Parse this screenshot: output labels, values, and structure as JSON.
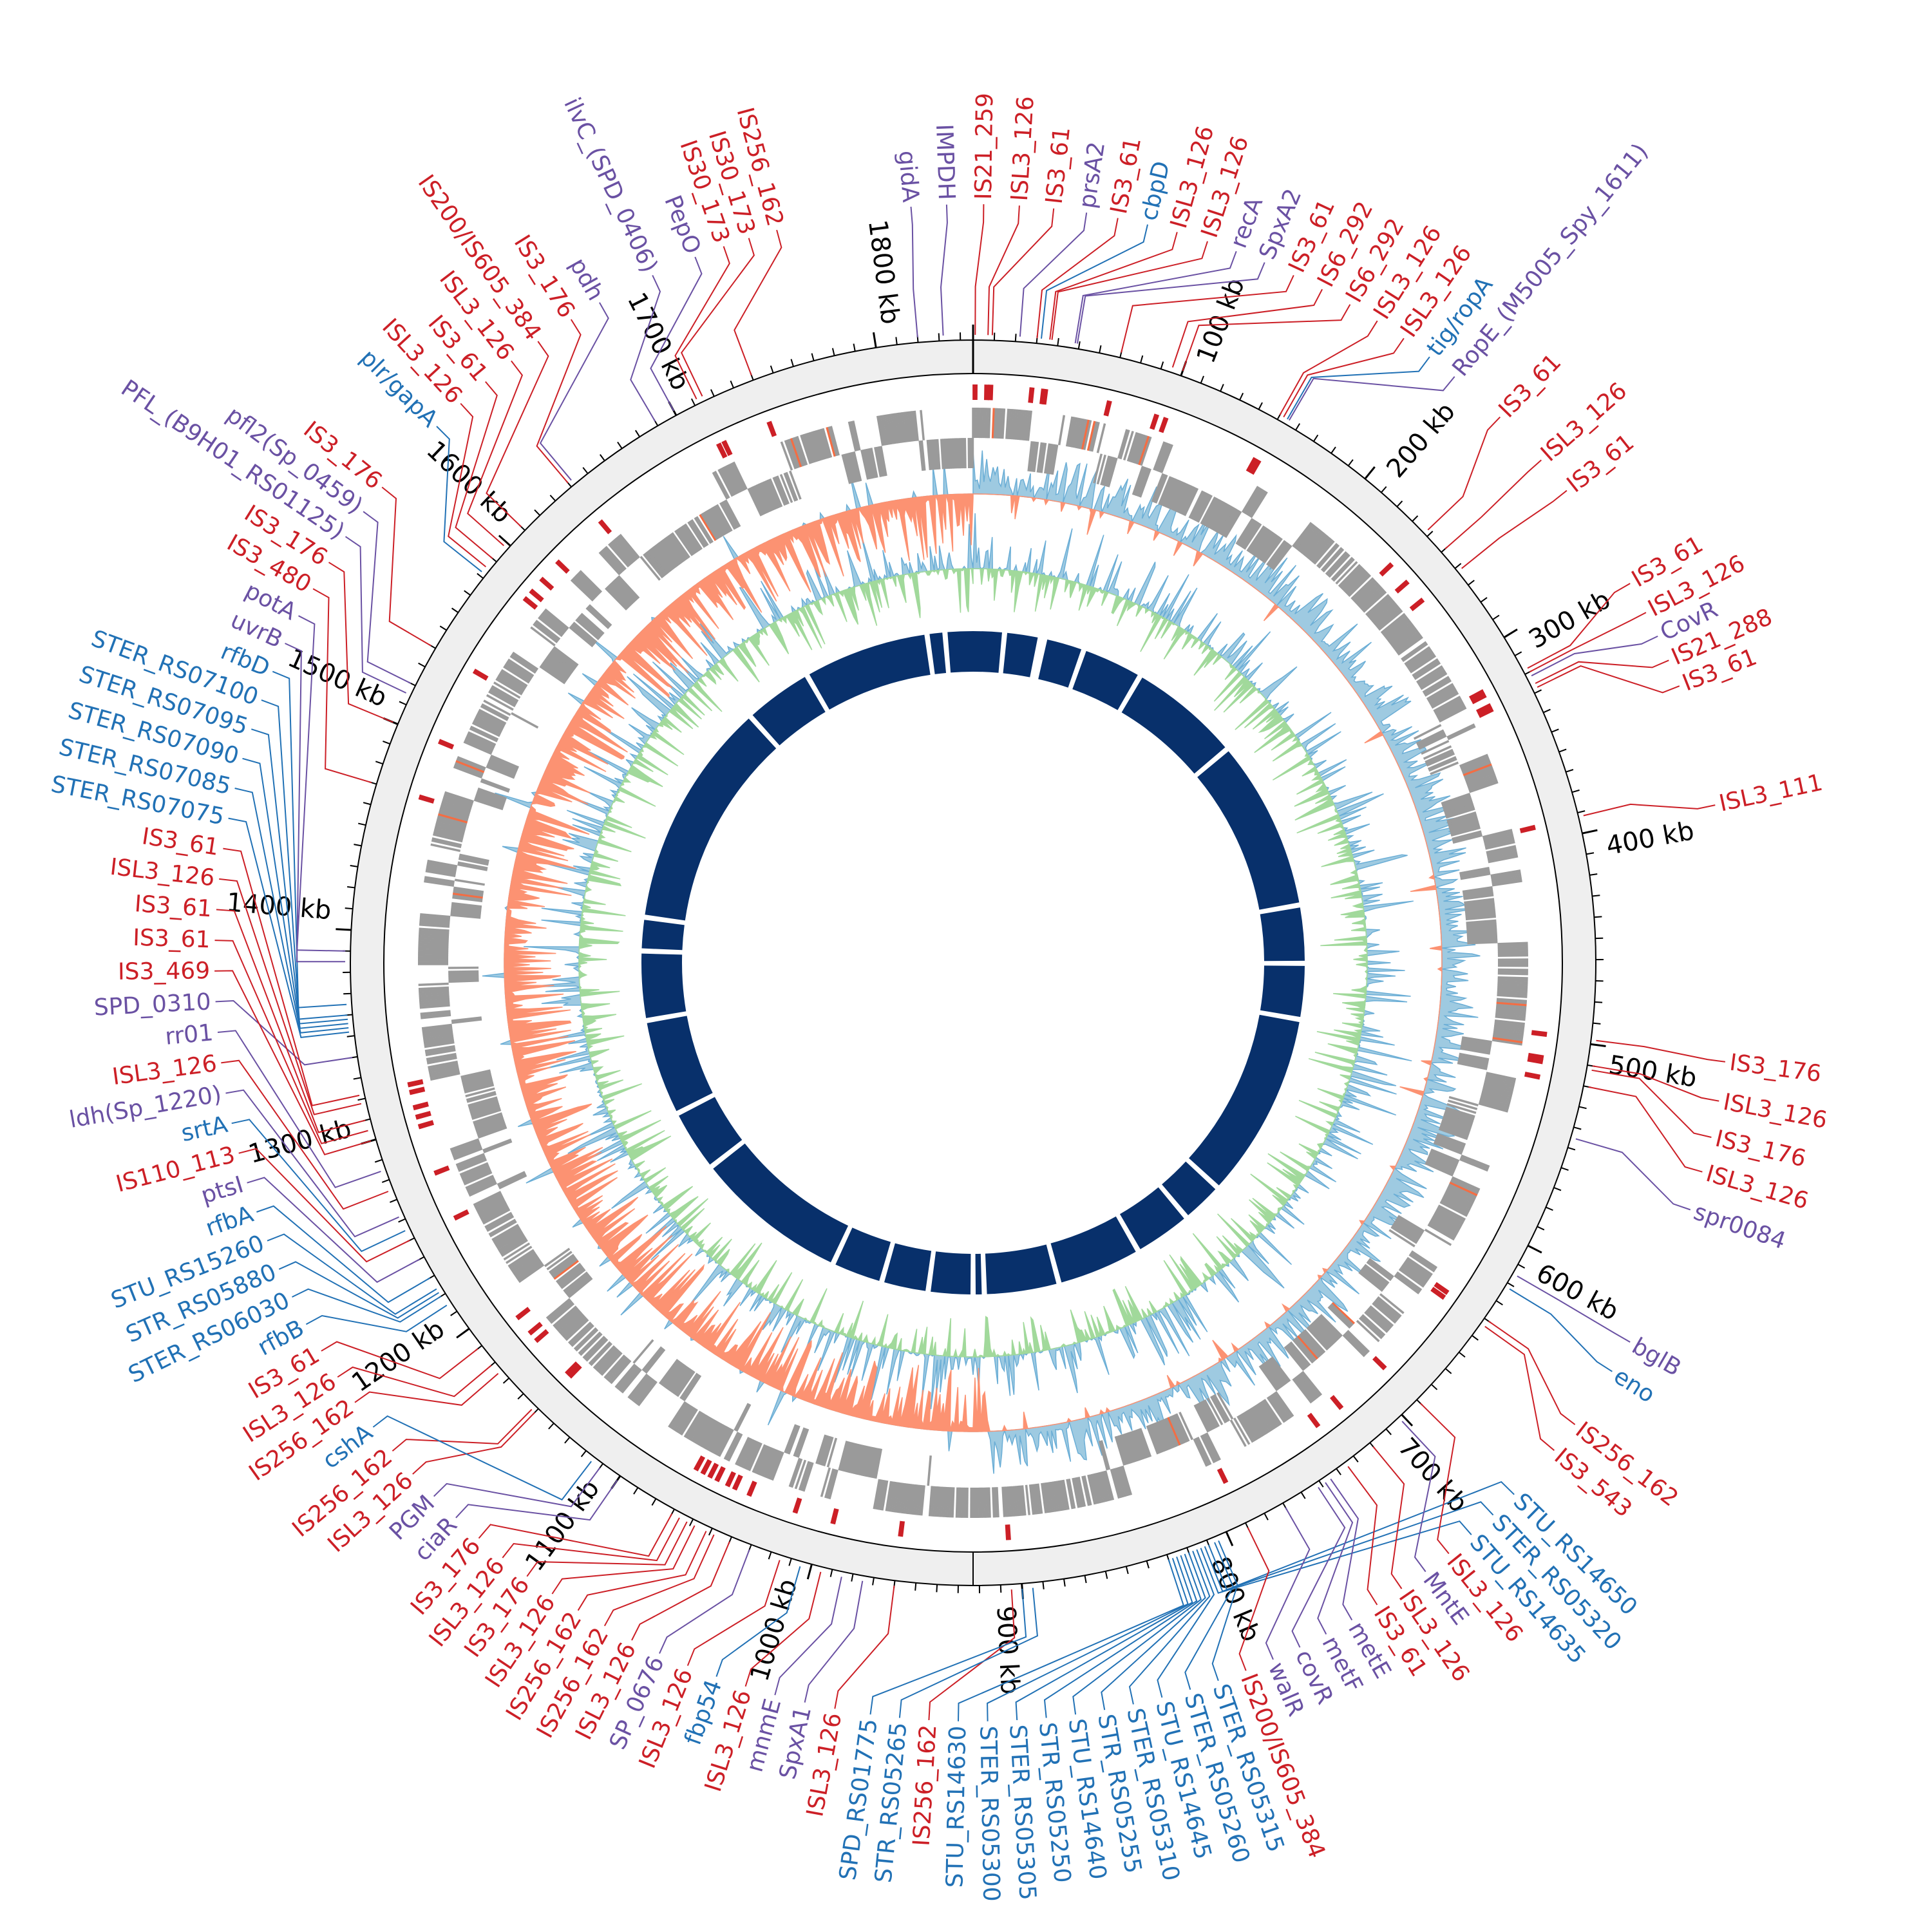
{
  "colors": {
    "is": "#cc1f26",
    "gene": "#6a51a3",
    "locus": "#2171b5",
    "ideogram": "#efefef",
    "gene_tile": "#9a9a9a",
    "gene_tile_alt": "#f46d43",
    "skew_pos": "#9ecae1",
    "skew_neg": "#fc9272",
    "gc_pos": "#9ecae1",
    "gc_neg": "#a1d99b",
    "contig": "#08306b"
  },
  "ticks": [
    {
      "kb": 100,
      "label": "100 kb"
    },
    {
      "kb": 200,
      "label": "200 kb"
    },
    {
      "kb": 300,
      "label": "300 kb"
    },
    {
      "kb": 400,
      "label": "400 kb"
    },
    {
      "kb": 500,
      "label": "500 kb"
    },
    {
      "kb": 600,
      "label": "600 kb"
    },
    {
      "kb": 700,
      "label": "700 kb"
    },
    {
      "kb": 800,
      "label": "800 kb"
    },
    {
      "kb": 900,
      "label": "900 kb"
    },
    {
      "kb": 1000,
      "label": "1000 kb"
    },
    {
      "kb": 1100,
      "label": "1100 kb"
    },
    {
      "kb": 1200,
      "label": "1200 kb"
    },
    {
      "kb": 1300,
      "label": "1300 kb"
    },
    {
      "kb": 1400,
      "label": "1400 kb"
    },
    {
      "kb": 1500,
      "label": "1500 kb"
    },
    {
      "kb": 1600,
      "label": "1600 kb"
    },
    {
      "kb": 1700,
      "label": "1700 kb"
    },
    {
      "kb": 1800,
      "label": "1800 kb"
    }
  ],
  "contig_breaks_kb": [
    1805,
    1821,
    28,
    60,
    64,
    100,
    155,
    256,
    410,
    462,
    512,
    680,
    718,
    770,
    846,
    913,
    923,
    963,
    1005,
    1051,
    1190,
    1246,
    1333,
    1395,
    1425,
    1630,
    1692
  ],
  "labels": [
    {
      "text": "gidA",
      "kb": 1820,
      "type": "gene"
    },
    {
      "text": "IMPDH",
      "kb": 1832,
      "type": "gene"
    },
    {
      "text": "IS21_259",
      "kb": 1,
      "type": "is"
    },
    {
      "text": "ISL3_126",
      "kb": 7,
      "type": "is"
    },
    {
      "text": "IS3_61",
      "kb": 9,
      "type": "is"
    },
    {
      "text": "prsA2",
      "kb": 22,
      "type": "gene"
    },
    {
      "text": "IS3_61",
      "kb": 30,
      "type": "is"
    },
    {
      "text": "cbpD",
      "kb": 32,
      "type": "locus"
    },
    {
      "text": "ISL3_126",
      "kb": 36,
      "type": "is"
    },
    {
      "text": "ISL3_126",
      "kb": 37,
      "type": "is"
    },
    {
      "text": "recA",
      "kb": 48,
      "type": "gene"
    },
    {
      "text": "SpxA2",
      "kb": 49,
      "type": "gene"
    },
    {
      "text": "IS3_61",
      "kb": 70,
      "type": "is"
    },
    {
      "text": "IS6_292",
      "kb": 95,
      "type": "is"
    },
    {
      "text": "IS6_292",
      "kb": 100,
      "type": "is"
    },
    {
      "text": "ISL3_126",
      "kb": 150,
      "type": "is"
    },
    {
      "text": "ISL3_126",
      "kb": 152,
      "type": "is"
    },
    {
      "text": "tig/ropA",
      "kb": 154,
      "type": "locus"
    },
    {
      "text": "RopE_(M5005_Spy_1611)",
      "kb": 155,
      "type": "gene"
    },
    {
      "text": "IS3_61",
      "kb": 238,
      "type": "is"
    },
    {
      "text": "ISL3_126",
      "kb": 250,
      "type": "is"
    },
    {
      "text": "IS3_61",
      "kb": 262,
      "type": "is"
    },
    {
      "text": "IS3_61",
      "kb": 318,
      "type": "is"
    },
    {
      "text": "ISL3_126",
      "kb": 320,
      "type": "is"
    },
    {
      "text": "CovR",
      "kb": 322,
      "type": "gene"
    },
    {
      "text": "IS21_288",
      "kb": 326,
      "type": "is"
    },
    {
      "text": "IS3_61",
      "kb": 328,
      "type": "is"
    },
    {
      "text": "ISL3_111",
      "kb": 392,
      "type": "is"
    },
    {
      "text": "IS3_176",
      "kb": 498,
      "type": "is"
    },
    {
      "text": "ISL3_126",
      "kb": 510,
      "type": "is"
    },
    {
      "text": "IS3_176",
      "kb": 512,
      "type": "is"
    },
    {
      "text": "ISL3_126",
      "kb": 520,
      "type": "is"
    },
    {
      "text": "spr0084",
      "kb": 545,
      "type": "gene"
    },
    {
      "text": "bglB",
      "kb": 615,
      "type": "gene"
    },
    {
      "text": "eno",
      "kb": 622,
      "type": "locus"
    },
    {
      "text": "IS256_162",
      "kb": 640,
      "type": "is"
    },
    {
      "text": "IS3_543",
      "kb": 643,
      "type": "is"
    },
    {
      "text": "STU_RS14650",
      "kb": 810,
      "type": "locus"
    },
    {
      "text": "STER_RS05320",
      "kb": 812,
      "type": "locus"
    },
    {
      "text": "STU_RS14635",
      "kb": 814,
      "type": "locus"
    },
    {
      "text": "ISL3_126",
      "kb": 690,
      "type": "is"
    },
    {
      "text": "MntE",
      "kb": 702,
      "type": "gene"
    },
    {
      "text": "ISL3_126",
      "kb": 720,
      "type": "is"
    },
    {
      "text": "IS3_61",
      "kb": 735,
      "type": "is"
    },
    {
      "text": "metE",
      "kb": 745,
      "type": "gene"
    },
    {
      "text": "metF",
      "kb": 748,
      "type": "gene"
    },
    {
      "text": "covR",
      "kb": 752,
      "type": "gene"
    },
    {
      "text": "walR",
      "kb": 770,
      "type": "gene"
    },
    {
      "text": "IS200/IS605_384",
      "kb": 790,
      "type": "is"
    },
    {
      "text": "STER_RS05315",
      "kb": 805,
      "type": "locus"
    },
    {
      "text": "STER_RS05260",
      "kb": 807,
      "type": "locus"
    },
    {
      "text": "STU_RS14645",
      "kb": 816,
      "type": "locus"
    },
    {
      "text": "STER_RS05310",
      "kb": 818,
      "type": "locus"
    },
    {
      "text": "STR_RS05255",
      "kb": 820,
      "type": "locus"
    },
    {
      "text": "STU_RS14640",
      "kb": 822,
      "type": "locus"
    },
    {
      "text": "STR_RS05250",
      "kb": 824,
      "type": "locus"
    },
    {
      "text": "STER_RS05305",
      "kb": 826,
      "type": "locus"
    },
    {
      "text": "STER_RS05300",
      "kb": 828,
      "type": "locus"
    },
    {
      "text": "STU_RS14630",
      "kb": 830,
      "type": "locus"
    },
    {
      "text": "IS256_162",
      "kb": 905,
      "type": "is"
    },
    {
      "text": "STR_RS05265",
      "kb": 895,
      "type": "locus"
    },
    {
      "text": "SPD_RS01775",
      "kb": 900,
      "type": "locus"
    },
    {
      "text": "ISL3_126",
      "kb": 960,
      "type": "is"
    },
    {
      "text": "SpxA1",
      "kb": 975,
      "type": "gene"
    },
    {
      "text": "mnmE",
      "kb": 985,
      "type": "gene"
    },
    {
      "text": "ISL3_126",
      "kb": 995,
      "type": "is"
    },
    {
      "text": "fbp54",
      "kb": 1005,
      "type": "locus"
    },
    {
      "text": "ISL3_126",
      "kb": 1015,
      "type": "is"
    },
    {
      "text": "SP_0676",
      "kb": 1030,
      "type": "gene"
    },
    {
      "text": "ISL3_126",
      "kb": 1040,
      "type": "is"
    },
    {
      "text": "IS256_162",
      "kb": 1048,
      "type": "is"
    },
    {
      "text": "IS256_162",
      "kb": 1052,
      "type": "is"
    },
    {
      "text": "ISL3_126",
      "kb": 1058,
      "type": "is"
    },
    {
      "text": "IS3_176",
      "kb": 1062,
      "type": "is"
    },
    {
      "text": "ISL3_126",
      "kb": 1066,
      "type": "is"
    },
    {
      "text": "IS3_176",
      "kb": 1070,
      "type": "is"
    },
    {
      "text": "ciaR",
      "kb": 1100,
      "type": "gene"
    },
    {
      "text": "PGM",
      "kb": 1110,
      "type": "gene"
    },
    {
      "text": "ISL3_126",
      "kb": 1150,
      "type": "is"
    },
    {
      "text": "IS256_162",
      "kb": 1152,
      "type": "is"
    },
    {
      "text": "cshA",
      "kb": 1115,
      "type": "locus"
    },
    {
      "text": "IS256_162",
      "kb": 1175,
      "type": "is"
    },
    {
      "text": "ISL3_126",
      "kb": 1180,
      "type": "is"
    },
    {
      "text": "IS3_61",
      "kb": 1190,
      "type": "is"
    },
    {
      "text": "rfbB",
      "kb": 1215,
      "type": "locus"
    },
    {
      "text": "STER_RS06030",
      "kb": 1220,
      "type": "locus"
    },
    {
      "text": "STR_RS05880",
      "kb": 1222,
      "type": "locus"
    },
    {
      "text": "STU_RS15260",
      "kb": 1224,
      "type": "locus"
    },
    {
      "text": "rfbA",
      "kb": 1230,
      "type": "locus"
    },
    {
      "text": "ptsI",
      "kb": 1240,
      "type": "gene"
    },
    {
      "text": "IS110_113",
      "kb": 1250,
      "type": "is"
    },
    {
      "text": "srtA",
      "kb": 1255,
      "type": "locus"
    },
    {
      "text": "ldh(Sp_1220)",
      "kb": 1262,
      "type": "gene"
    },
    {
      "text": "ISL3_126",
      "kb": 1275,
      "type": "is"
    },
    {
      "text": "rr01",
      "kb": 1285,
      "type": "gene"
    },
    {
      "text": "SPD_0310",
      "kb": 1340,
      "type": "gene"
    },
    {
      "text": "IS3_469",
      "kb": 1300,
      "type": "is"
    },
    {
      "text": "IS3_61",
      "kb": 1305,
      "type": "is"
    },
    {
      "text": "IS3_61",
      "kb": 1310,
      "type": "is"
    },
    {
      "text": "ISL3_126",
      "kb": 1318,
      "type": "is"
    },
    {
      "text": "IS3_61",
      "kb": 1322,
      "type": "is"
    },
    {
      "text": "STER_RS07075",
      "kb": 1352,
      "type": "locus"
    },
    {
      "text": "STER_RS07085",
      "kb": 1354,
      "type": "locus"
    },
    {
      "text": "STER_RS07090",
      "kb": 1356,
      "type": "locus"
    },
    {
      "text": "STER_RS07095",
      "kb": 1358,
      "type": "locus"
    },
    {
      "text": "STER_RS07100",
      "kb": 1360,
      "type": "locus"
    },
    {
      "text": "rfbD",
      "kb": 1365,
      "type": "locus"
    },
    {
      "text": "uvrB",
      "kb": 1385,
      "type": "gene"
    },
    {
      "text": "potA",
      "kb": 1390,
      "type": "gene"
    },
    {
      "text": "IS3_480",
      "kb": 1470,
      "type": "is"
    },
    {
      "text": "IS3_176",
      "kb": 1500,
      "type": "is"
    },
    {
      "text": "PFL_(B9H01_RS01125)",
      "kb": 1515,
      "type": "gene"
    },
    {
      "text": "pfl2(Sp_0459)",
      "kb": 1520,
      "type": "gene"
    },
    {
      "text": "IS3_176",
      "kb": 1540,
      "type": "is"
    },
    {
      "text": "plr/gapA",
      "kb": 1582,
      "type": "locus"
    },
    {
      "text": "ISL3_126",
      "kb": 1585,
      "type": "is"
    },
    {
      "text": "IS3_61",
      "kb": 1590,
      "type": "is"
    },
    {
      "text": "ISL3_126",
      "kb": 1598,
      "type": "is"
    },
    {
      "text": "IS200/IS605_384",
      "kb": 1610,
      "type": "is"
    },
    {
      "text": "IS3_176",
      "kb": 1640,
      "type": "is"
    },
    {
      "text": "pdh",
      "kb": 1642,
      "type": "gene"
    },
    {
      "text": "ilvC_(SPD_0406)",
      "kb": 1690,
      "type": "gene"
    },
    {
      "text": "PepO",
      "kb": 1700,
      "type": "gene"
    },
    {
      "text": "IS30_173",
      "kb": 1712,
      "type": "is"
    },
    {
      "text": "IS30_173",
      "kb": 1715,
      "type": "is"
    },
    {
      "text": "IS256_162",
      "kb": 1740,
      "type": "is"
    }
  ]
}
